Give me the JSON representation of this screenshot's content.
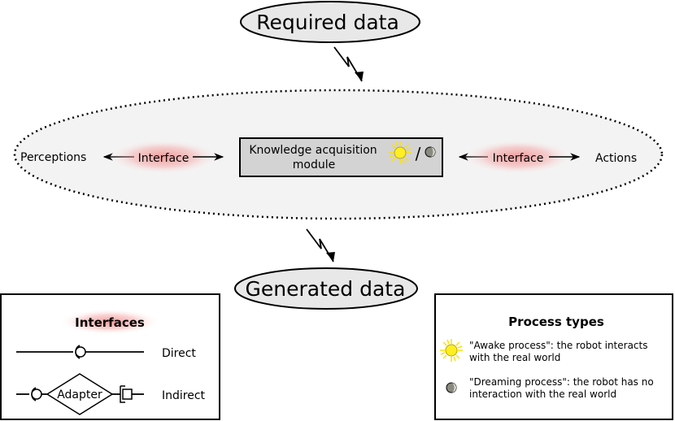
{
  "required_data": "Required data",
  "generated_data": "Generated data",
  "module": {
    "line1": "Knowledge acquisition",
    "line2": "module",
    "slash": "/"
  },
  "left": {
    "perceptions": "Perceptions",
    "interface": "Interface"
  },
  "right": {
    "interface": "Interface",
    "actions": "Actions"
  },
  "legend_interfaces": {
    "title": "Interfaces",
    "direct": "Direct",
    "adapter": "Adapter",
    "indirect": "Indirect"
  },
  "legend_process": {
    "title": "Process types",
    "awake_line1": "\"Awake process\": the robot interacts",
    "awake_line2": "with the real world",
    "dream_line1": "\"Dreaming process\": the robot has no",
    "dream_line2": "interaction with the real world"
  },
  "colors": {
    "bubble_fill": "#e8e8e8",
    "module_fill": "#d3d3d3",
    "interface_glow": "#f28b8b",
    "sun": "#ffee22",
    "moon": "#8a8a80"
  }
}
